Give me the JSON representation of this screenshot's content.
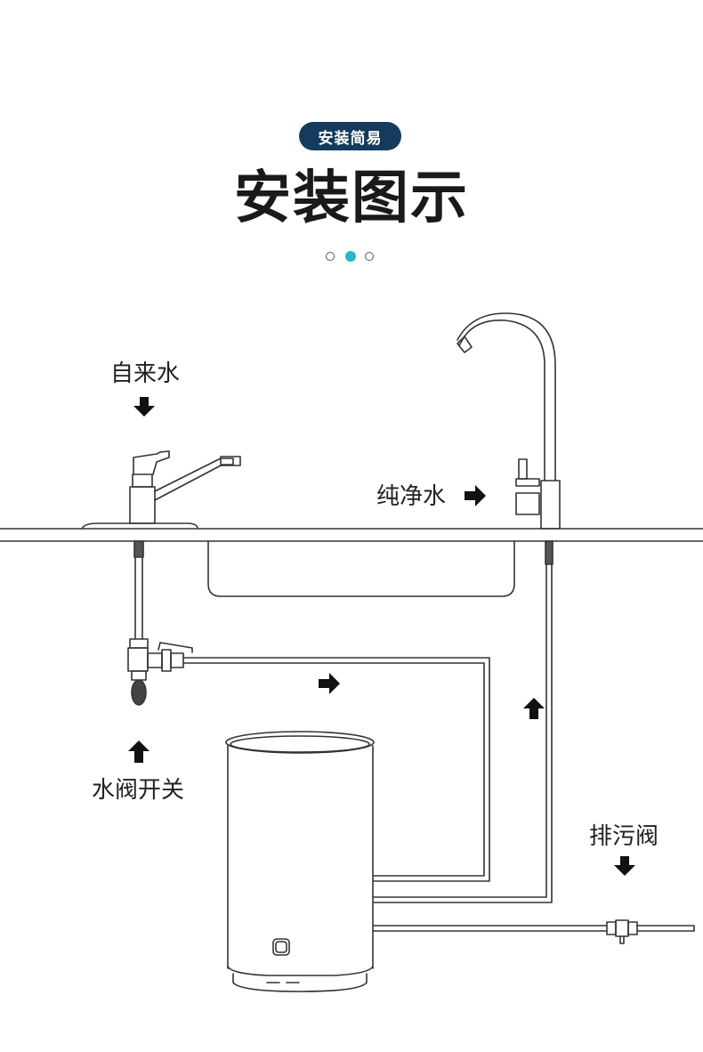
{
  "header": {
    "badge": "安装简易",
    "title": "安装图示",
    "pager": {
      "total": 3,
      "active_index": 1
    }
  },
  "colors": {
    "badge_bg": "#143b5c",
    "accent_dot": "#27b8c8",
    "line": "#333333"
  },
  "labels": {
    "tap_water": "自来水",
    "pure_water": "纯净水",
    "water_valve": "水阀开关",
    "drain_valve": "排污阀"
  },
  "icons": [
    "arrow-down-icon",
    "arrow-right-icon",
    "arrow-up-icon"
  ]
}
